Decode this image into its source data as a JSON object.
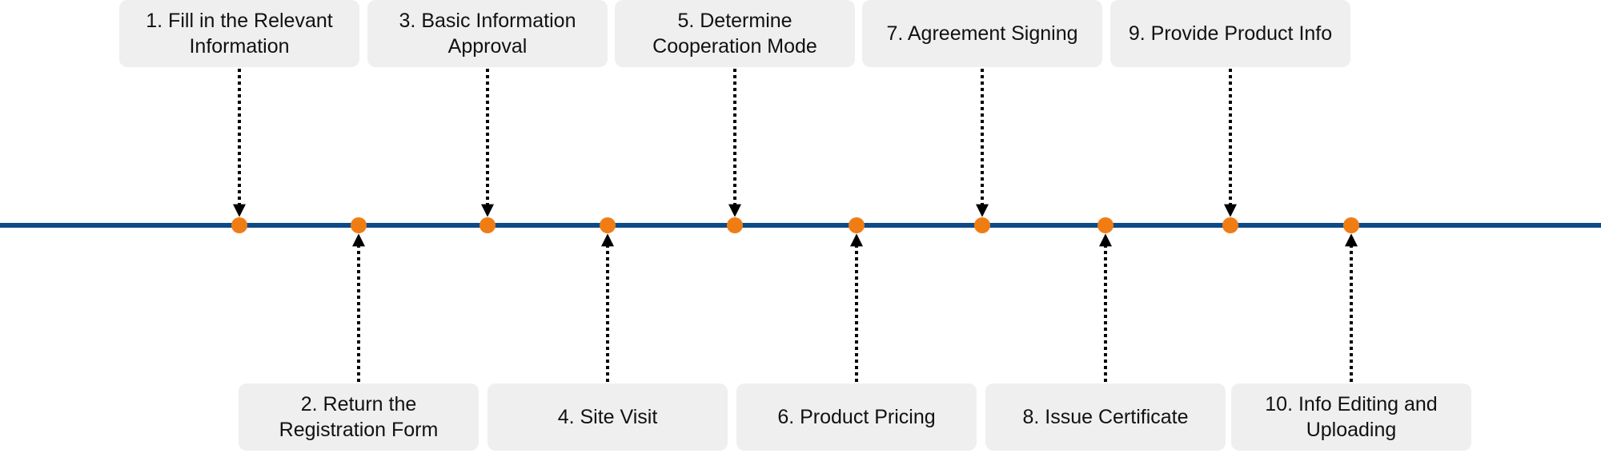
{
  "colors": {
    "timeline_line": "#0d4a87",
    "marker": "#f07d14",
    "arrow": "#000000",
    "box_fill": "#efefef",
    "text": "#111111"
  },
  "steps": [
    {
      "label": "1. Fill in the Relevant Information",
      "position": "above"
    },
    {
      "label": "2. Return the Registration Form",
      "position": "below"
    },
    {
      "label": "3. Basic Information Approval",
      "position": "above"
    },
    {
      "label": "4. Site Visit",
      "position": "below"
    },
    {
      "label": "5. Determine Cooperation Mode",
      "position": "above"
    },
    {
      "label": "6. Product Pricing",
      "position": "below"
    },
    {
      "label": "7. Agreement Signing",
      "position": "above"
    },
    {
      "label": "8. Issue Certificate",
      "position": "below"
    },
    {
      "label": "9. Provide Product Info",
      "position": "above"
    },
    {
      "label": "10. Info Editing and Uploading",
      "position": "below"
    }
  ]
}
